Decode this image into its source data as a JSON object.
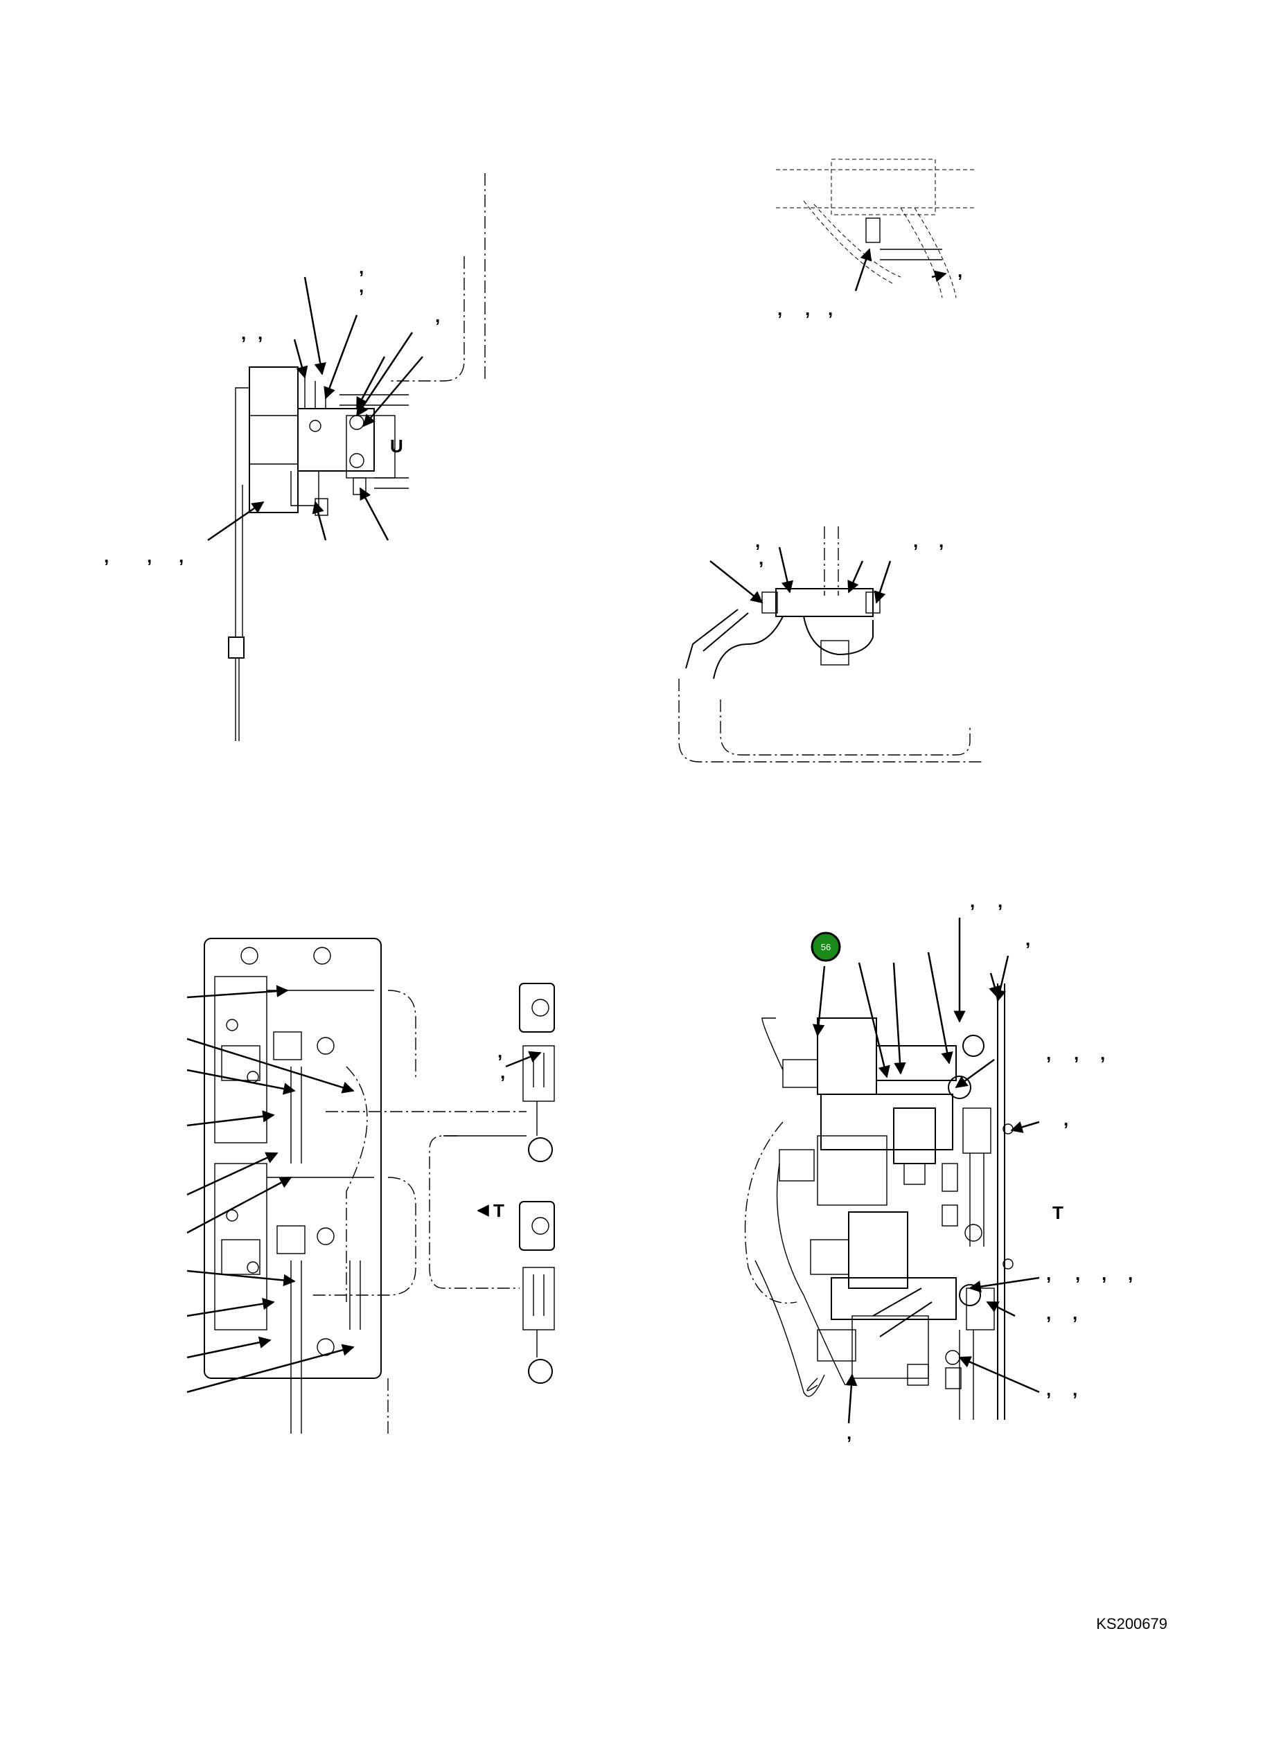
{
  "document": {
    "number": "KS200679"
  },
  "views": {
    "u_label": "U",
    "t_label_left": "T",
    "t_label_right": "T"
  },
  "callout": {
    "number": "56",
    "color": "#1a8a1a"
  },
  "comma_marks": [
    ",",
    ",",
    ",",
    ",",
    ",",
    ",",
    ",",
    ",",
    ",",
    ",",
    ",",
    ",",
    ",",
    ",",
    ",",
    ",",
    ",",
    ",",
    ",",
    ",",
    ",",
    ",",
    ",",
    ",",
    ",",
    ",",
    ",",
    ",",
    ",",
    ",",
    ",",
    ",",
    ",",
    ",",
    ",",
    ",",
    ",",
    ","
  ]
}
